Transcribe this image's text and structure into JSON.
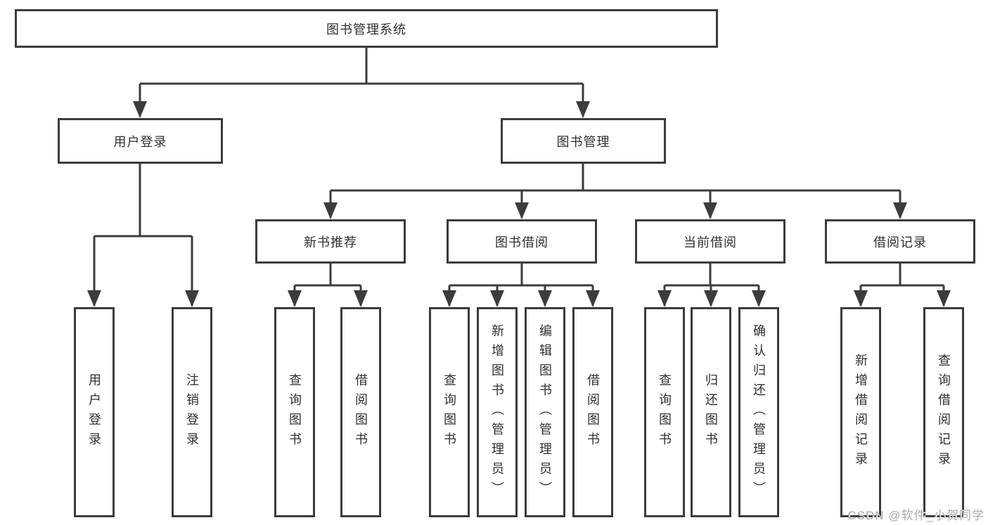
{
  "nodes": {
    "root": "图书管理系统",
    "level2": [
      "用户登录",
      "图书管理"
    ],
    "level3": [
      "新书推荐",
      "图书借阅",
      "当前借阅",
      "借阅记录"
    ],
    "leaves": [
      "用户登录",
      "注销登录",
      "查询图书",
      "借阅图书",
      "查询图书",
      "新增图书（管理员）",
      "编辑图书（管理员）",
      "借阅图书",
      "查询图书",
      "归还图书",
      "确认归还（管理员）",
      "新增借阅记录",
      "查询借阅记录"
    ]
  },
  "watermark": "CSDN @软件_小贺同学",
  "colors": {
    "line": "#3c3c3c",
    "text": "#303030",
    "box_fill": "#ffffff",
    "watermark": "#a9a9a9",
    "background": "#ffffff"
  }
}
